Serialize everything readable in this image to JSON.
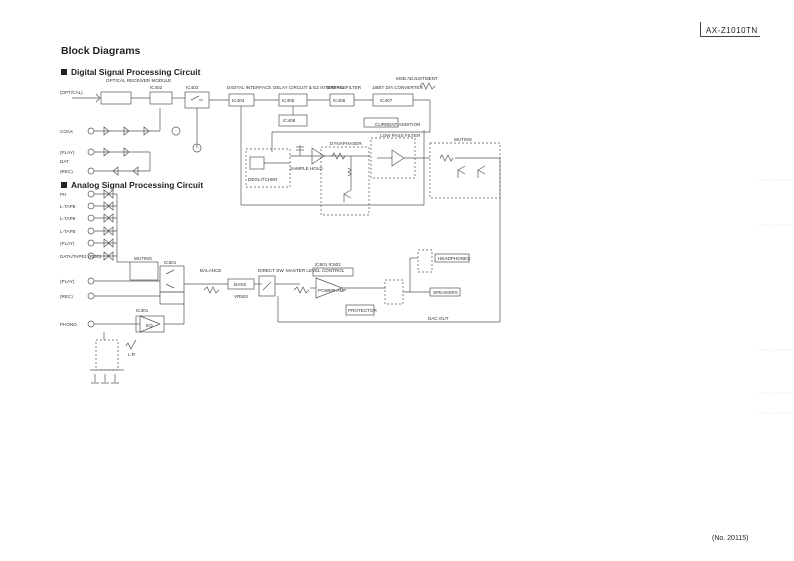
{
  "header": {
    "model": "AX-Z1010TN"
  },
  "title": "Block Diagrams",
  "sections": {
    "digital": "Digital Signal Processing Circuit",
    "analog": "Analog Signal Processing Circuit"
  },
  "footer": {
    "doc_number": "(No. 20115)"
  },
  "labels": {
    "optical_module": "OPTICAL RECEIVER MODULE",
    "optical_in": "(OPT/CAL)",
    "coax": "COAX",
    "play": "(PLAY)",
    "dat": "DAT",
    "rec": "(REC)",
    "ic_mute": "IC402",
    "ic_conv": "IC403",
    "digital_interface": "DIGITAL INTERFACE",
    "delay_circuit": "DELAY CIRCUIT & EZ INTERFACE",
    "digital_filter": "DIGITAL FILTER",
    "dac": "18BIT D/A CONVERTER",
    "msb_adjust": "MSB ADJUSTMENT",
    "ic_df": "IC404",
    "ic_delay": "IC405",
    "ic_filter": "IC406",
    "ic_dac": "IC407",
    "ic_mem": "IC408",
    "deglitcher": "DEGLITCHER",
    "sample_hold": "SAMPLE HOLD",
    "dynaphaser": "DYNAPHASER",
    "current_addition": "CURRENT ADDITION",
    "low_pass": "LOW PASS FILTER",
    "muting": "MUTING",
    "input_labels": [
      "PH",
      "L-TAPE",
      "L-TAPE",
      "L-TAPE",
      "(PLAY)",
      "DATA/TAPE1 (REC)"
    ],
    "muting_box": "MUTING",
    "ic_sel": "IC501",
    "balance": "BALANCE",
    "bass": "BASS",
    "treble": "VR502",
    "direct": "DIRECT SW",
    "master_level": "MASTER LEVEL CONTROL",
    "ic_amp": "IC601 IC602",
    "power_amp": "POWER AMP",
    "protector": "PROTECTOR",
    "headphones": "HEADPHONES",
    "speakers": "SPEAKERS",
    "dac_out": "DAC OUT",
    "phono": "PHONO",
    "eq": "EQ",
    "ic_phono": "IC301",
    "phono_note": "L:R"
  }
}
